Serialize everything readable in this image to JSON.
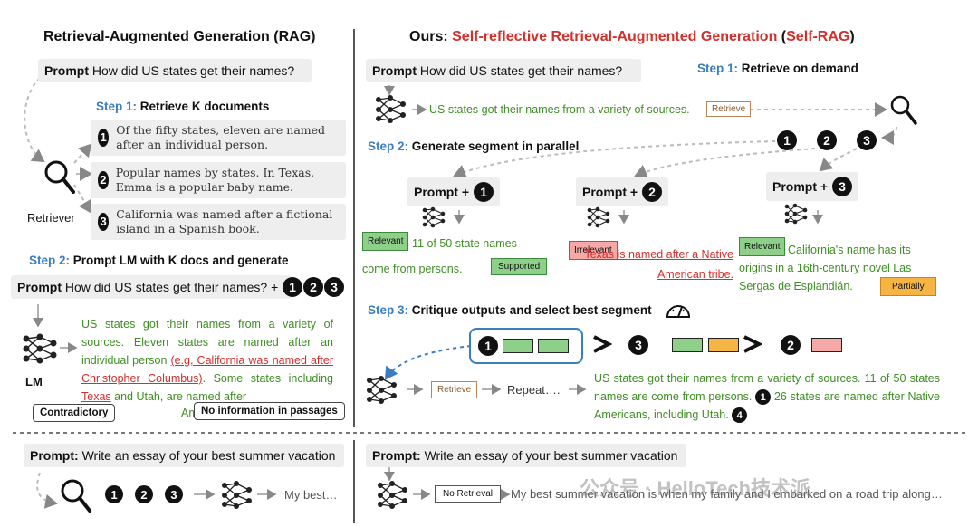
{
  "left": {
    "title": "Retrieval-Augmented Generation (RAG)",
    "prompt_label": "Prompt",
    "prompt_text": "How did US states get their names?",
    "step1_num": "Step 1:",
    "step1_text": "Retrieve K documents",
    "docs": [
      "Of the fifty states, eleven are named after an individual person.",
      "Popular names by states. In Texas, Emma is a popular baby name.",
      "California was named after a fictional island in a Spanish book."
    ],
    "retriever_label": "Retriever",
    "step2_num": "Step 2:",
    "step2_text": "Prompt LM with K docs and generate",
    "prompt2_text": "How did US states get their names? +",
    "lm_label": "LM",
    "output_a": "US states got their names from a variety of sources. Eleven states are named after an individual person ",
    "output_b": "(e.g, California was named after Christopher Columbus)",
    "output_c": ". Some states including ",
    "output_d": "Texas",
    "output_e": " and Utah, are named after",
    "output_f": "American tribe.",
    "contradictory": "Contradictory",
    "noinfo": "No information in passages",
    "bottom_prompt_label": "Prompt:",
    "bottom_prompt_text": "Write an essay of your best summer vacation",
    "bottom_out": "My best…"
  },
  "right": {
    "title_prefix": "Ours: ",
    "title_main": "Self-reflective Retrieval-Augmented Generation",
    "title_open": " (",
    "title_abbr": "Self-RAG",
    "title_close": ")",
    "prompt_label": "Prompt",
    "prompt_text": "How did US states get their names?",
    "step1_num": "Step 1:",
    "step1_text": "Retrieve on demand",
    "seg0": "US states got their names from a variety of sources.",
    "retrieve_tag": "Retrieve",
    "step2_num": "Step 2:",
    "step2_text": "Generate segment in parallel",
    "prompt_plus": "Prompt +",
    "relevant": "Relevant",
    "irrelevant": "Irrelevant",
    "supported": "Supported",
    "partially": "Partially",
    "seg1a": "11 of 50 state names",
    "seg1b": "come from persons.",
    "seg2": "Texas is named after a Native American tribe.",
    "seg3": "California's name has its origins in a 16th-century novel Las Sergas de Esplandián.",
    "step3_num": "Step 3:",
    "step3_text": "Critique outputs and select best segment",
    "repeat": "Repeat….",
    "final_a": "US states got their names from a variety of sources. 11 of 50 states names are come from persons.",
    "final_b": "26 states are named after Native Americans, including Utah.",
    "bottom_prompt_label": "Prompt:",
    "bottom_prompt_text": "Write an essay of your best summer vacation",
    "no_retrieval": "No Retrieval",
    "bottom_out": "My best summer vacation is when my family and I embarked on a road trip along…"
  },
  "watermark": "公众号 · HelloTech技术派",
  "nums": [
    "1",
    "2",
    "3"
  ],
  "colors": {
    "red": "#d0312d",
    "blue": "#3a7ec1",
    "green": "#3e8e23",
    "relevant": "#8ed08a",
    "irrelevant": "#f4a9a6",
    "partial": "#f6b543"
  },
  "icons": [
    "search-icon",
    "neural-network-icon",
    "arrow-right-icon",
    "arrow-down-icon",
    "gauge-icon"
  ]
}
